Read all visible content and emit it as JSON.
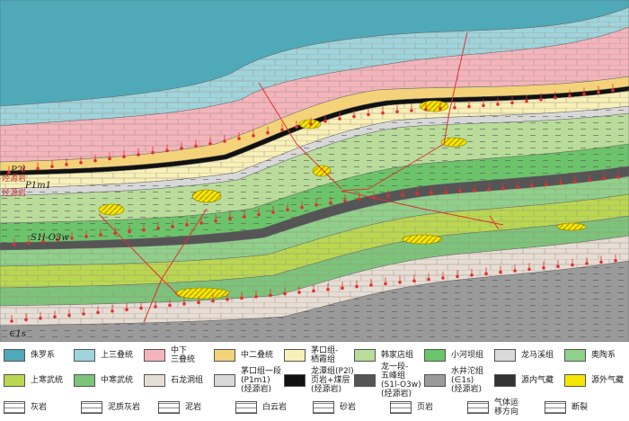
{
  "section_labels": {
    "p2l": "P2l",
    "p2l_note": "烃源岩",
    "p1m": "P1m1",
    "p1m_note": "烃源岩",
    "s1l": "S1l-O3w",
    "e1s": "∈1s"
  },
  "legend": [
    {
      "label": "侏罗系",
      "color": "#4fa9b8"
    },
    {
      "label": "上三叠统",
      "color": "#9fd4dc"
    },
    {
      "label": "中下\n三叠统",
      "color": "#f4b4bc"
    },
    {
      "label": "中二叠统",
      "color": "#f3d27a"
    },
    {
      "label": "茅口组-\n栖霞组",
      "color": "#f8f0b8"
    },
    {
      "label": "韩家店组",
      "color": "#b9dc9a"
    },
    {
      "label": "小河坝组",
      "color": "#6cc46a"
    },
    {
      "label": "龙马溪组",
      "color": "#d9d9d9"
    },
    {
      "label": "奥陶系",
      "color": "#8fd08a"
    },
    {
      "label": "上寒武统",
      "color": "#b9d850"
    },
    {
      "label": "中寒武统",
      "color": "#7cc47a"
    },
    {
      "label": "石龙洞组",
      "color": "#e6ddd4"
    },
    {
      "label": "茅口组一段\n(P1m1)\n(烃源岩)",
      "color": "#d8d8d8"
    },
    {
      "label": "龙潭组(P2l)\n页岩+煤层\n(烃源岩)",
      "color": "#111111"
    },
    {
      "label": "龙一段-\n五峰组\n(S1l-O3w)\n(烃源岩)",
      "color": "#555555"
    },
    {
      "label": "水井沱组\n(∈1s)\n(烃源岩)",
      "color": "#9a9a9a"
    },
    {
      "label": "源内气藏",
      "color": "#333333"
    },
    {
      "label": "源外气藏",
      "color": "#f5e600"
    }
  ],
  "legend_row3": [
    {
      "label": "灰岩"
    },
    {
      "label": "泥质灰岩"
    },
    {
      "label": "泥岩"
    },
    {
      "label": "白云岩"
    },
    {
      "label": "砂岩"
    },
    {
      "label": "页岩"
    },
    {
      "label": "气体运\n移方向"
    },
    {
      "label": "断裂"
    }
  ]
}
